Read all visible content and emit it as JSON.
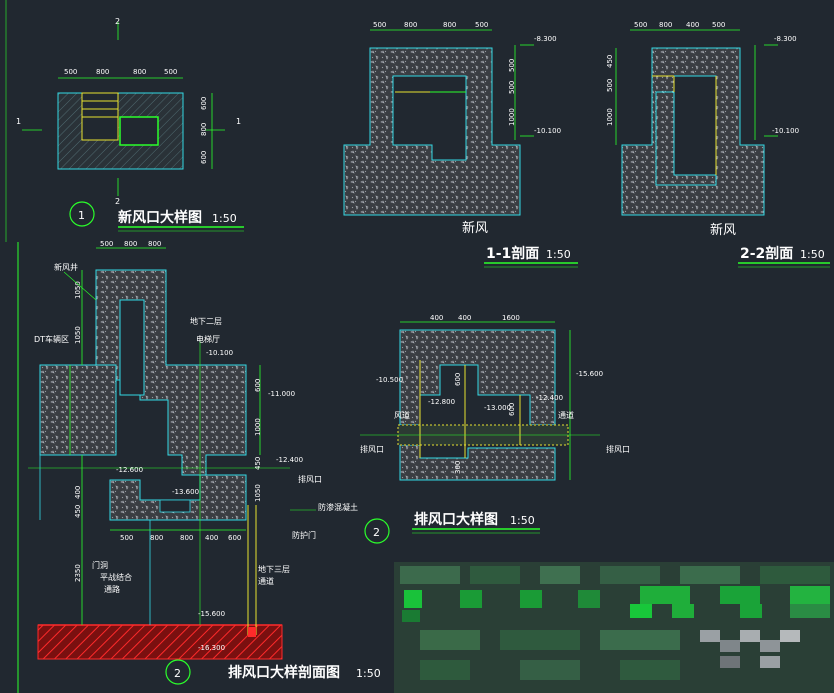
{
  "titles": {
    "fresh_air_detail": "新风口大样图",
    "section_1_1": "1-1剖面",
    "section_2_2": "2-2剖面",
    "exhaust_section": "排风口大样剖面图",
    "exhaust_detail": "排风口大样图",
    "scale": "1:50"
  },
  "callouts": {
    "c1": "1",
    "c2a": "2",
    "c2b": "2"
  },
  "cut_marks": {
    "one": "1",
    "two": "2"
  },
  "dims": {
    "plan_top": [
      "500",
      "800",
      "800",
      "500"
    ],
    "plan_side": [
      "600",
      "800",
      "600"
    ],
    "s11_top": [
      "500",
      "800",
      "800",
      "500"
    ],
    "s11_side": [
      "500",
      "500",
      "1000"
    ],
    "s22_top": [
      "500",
      "800",
      "400",
      "500"
    ],
    "s22_side": [
      "450",
      "500",
      "1000"
    ],
    "ex_top": [
      "500",
      "800",
      "800"
    ],
    "ex_side_a": [
      "1050",
      "1050"
    ],
    "ex_side_b": [
      "600",
      "1000",
      "450",
      "1050"
    ],
    "ex_side_c": [
      "400",
      "450",
      "2350"
    ],
    "ex_bottom": [
      "500",
      "800",
      "800",
      "400",
      "600"
    ],
    "ep_top": [
      "400",
      "400",
      "1600"
    ],
    "ep_mid": [
      "600",
      "600"
    ],
    "ep_low": [
      "300"
    ]
  },
  "elevations": {
    "s11_top": "-8.300",
    "s11_bot": "-10.100",
    "s22_top": "-8.300",
    "s22_bot": "-10.100",
    "ex_a": "-10.100",
    "ex_b": "-11.000",
    "ex_c": "-12.400",
    "ex_d": "-12.600",
    "ex_e": "-13.600",
    "ex_f": "-15.600",
    "ex_g": "-16.300",
    "ep_a": "-10.500",
    "ep_b": "-12.800",
    "ep_c": "-13.000",
    "ep_d": "-12.400",
    "ep_e": "-15.600"
  },
  "labels": {
    "fresh_air": "新风",
    "fresh_shaft": "新风井",
    "dt_zone": "DT车辆区",
    "b2": "地下二层",
    "elev_hall": "电梯厅",
    "exhaust_port": "排风口",
    "backfill": "防渗混凝土",
    "protect_door": "防护门",
    "b3": "地下三层",
    "corridor": "通道",
    "door": "门洞",
    "vent": "风道",
    "parking": "平战结合",
    "passage": "通路",
    "ep_corridor": "风道",
    "ep_exhaust": "排风口",
    "ep_left": "排风口",
    "ep_right": "通道"
  },
  "colors": {
    "background": "#212830",
    "concrete_fill": "#3c3f44",
    "concrete_edge": "#33d9e4",
    "dimension": "#2bff2b",
    "yellow": "#e8e230",
    "hatch_red": "#e01818",
    "text": "#ffffff"
  }
}
